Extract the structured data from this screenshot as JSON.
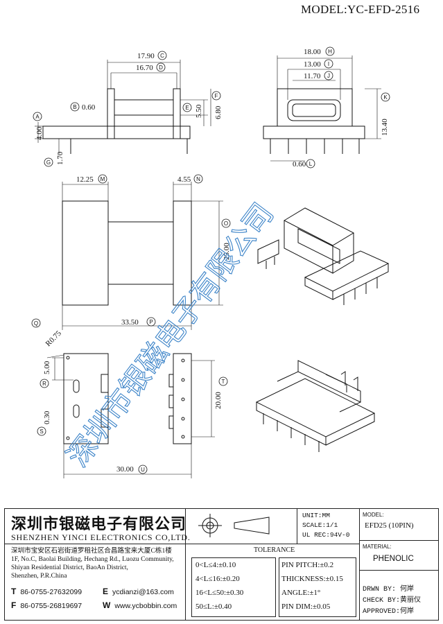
{
  "model_title": "MODEL:YC-EFD-2516",
  "watermark": "深圳市银磁电子有限公司",
  "dimensions": {
    "c": "17.90",
    "d": "16.70",
    "b": "0.60",
    "e": "5.50",
    "f": "6.80",
    "a": "4.00",
    "g": "1.70",
    "h": "18.00",
    "i": "13.00",
    "j": "11.70",
    "k": "13.40",
    "l": "0.60",
    "m": "12.25",
    "n": "4.55",
    "o": "25.00",
    "p": "33.50",
    "q": "R0.75",
    "r": "5.00",
    "s": "0.30",
    "t": "20.00",
    "u": "30.00"
  },
  "callouts": [
    "A",
    "B",
    "C",
    "D",
    "E",
    "F",
    "G",
    "H",
    "I",
    "J",
    "K",
    "L",
    "M",
    "N",
    "O",
    "P",
    "Q",
    "R",
    "S",
    "T",
    "U"
  ],
  "title_block": {
    "company_cn": "深圳市银磁电子有限公司",
    "company_en": "SHENZHEN YINCI ELECTRONICS CO,LTD.",
    "address_lines": [
      "深圳市宝安区石岩街道罗租社区合昌路宝来大厦C栋1楼",
      "1F, No.C, Baolai Building, Hechang Rd., Luozu Community,",
      "Shiyan Residential District, BaoAn District,",
      "Shenzhen, P.R.China"
    ],
    "tel_label": "T",
    "tel": "86-0755-27632099",
    "email_label": "E",
    "email": "ycdianzi@163.com",
    "fax_label": "F",
    "fax": "86-0755-26819697",
    "web_label": "W",
    "web": "www.ycbobbin.com",
    "unit": "UNIT:MM",
    "scale": "SCALE:1/1",
    "ul_rec": "UL REC:94V-0",
    "model_label": "MODEL:",
    "model_value": "EFD25 (10PIN)",
    "tolerance_heading": "TOLERANCE",
    "tolerance_left": [
      "0<L≤4:±0.10",
      "4<L≤16:±0.20",
      "16<L≤50:±0.30",
      "50≤L:±0.40"
    ],
    "tolerance_right": [
      "PIN PITCH:±0.2",
      "THICKNESS:±0.15",
      "ANGLE:±1°",
      "PIN DIM:±0.05"
    ],
    "material_label": "MATERIAL:",
    "material_value": "PHENOLIC",
    "drwn_by": "DRWN BY: 何岸",
    "check_by": "CHECK BY:黄丽仪",
    "approved": "APPROVED:何岸"
  }
}
